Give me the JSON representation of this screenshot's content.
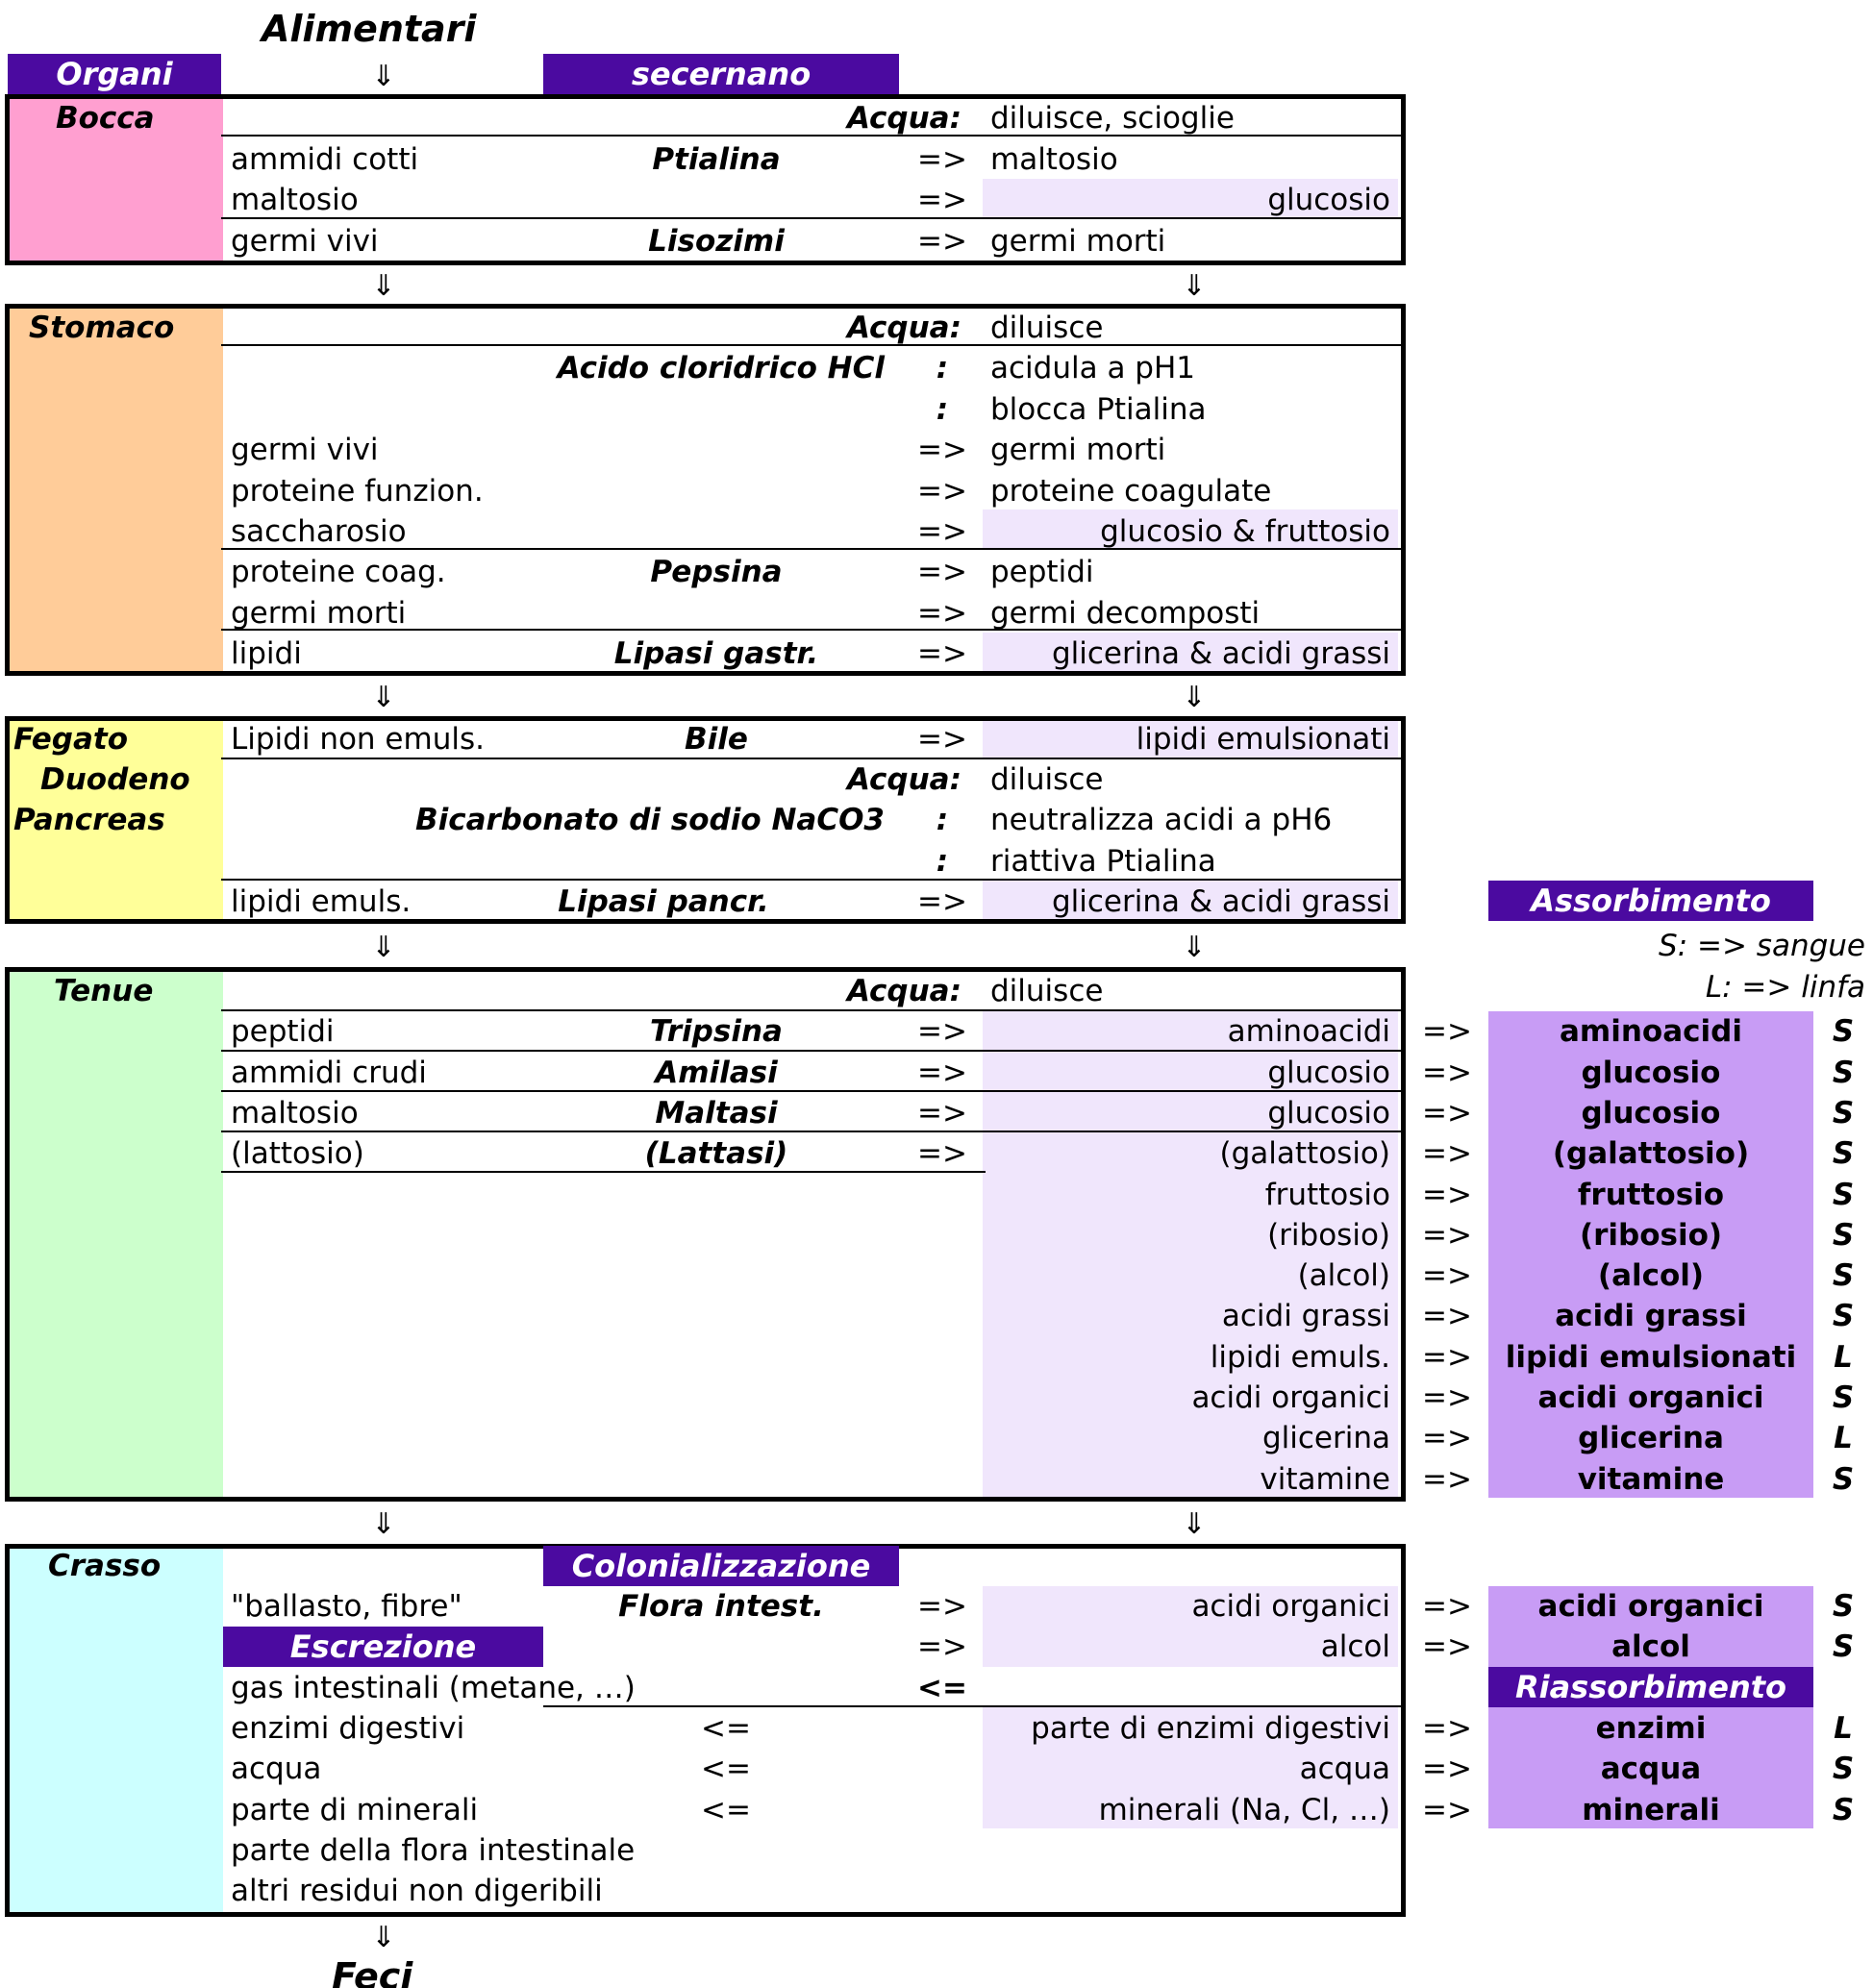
{
  "title_top": "Alimentari",
  "title_bottom": "Feci",
  "arrow_down": "⇓",
  "headers": {
    "organi": "Organi",
    "secernano": "secernano",
    "assorbimento": "Assorbimento",
    "colonializzazione": "Colonializzazione",
    "escrezione": "Escrezione",
    "riassorbimento": "Riassorbimento"
  },
  "legend": {
    "s": "S:  => sangue",
    "l": "L:  => linfa"
  },
  "colors": {
    "header": "#4b0aa0",
    "bocca": "#ff9fd0",
    "stomaco": "#ffcc99",
    "fegato": "#ffff99",
    "tenue": "#ccffcc",
    "crasso": "#ccffff",
    "shade": "#f0e6fc",
    "absorb": "#c89cf5"
  },
  "organs": {
    "bocca": "Bocca",
    "stomaco": "Stomaco",
    "fegato": "Fegato",
    "duodeno": "Duodeno",
    "pancreas": "Pancreas",
    "tenue": "Tenue",
    "crasso": "Crasso"
  },
  "bocca_rows": [
    {
      "input": "",
      "agent": "Acqua:",
      "sym": "",
      "result": "diluisce, scioglie"
    },
    {
      "input": "ammidi cotti",
      "agent": "Ptialina",
      "sym": "=>",
      "result": "maltosio"
    },
    {
      "input": "maltosio",
      "agent": "",
      "sym": "=>",
      "result": "glucosio"
    },
    {
      "input": "germi vivi",
      "agent": "Lisozimi",
      "sym": "=>",
      "result": "germi morti"
    }
  ],
  "stomaco_rows": [
    {
      "input": "",
      "agent": "Acqua:",
      "sym": "",
      "result": "diluisce"
    },
    {
      "input": "",
      "agent": "Acido cloridrico HCl",
      "sym": ":",
      "result": "acidula a pH1"
    },
    {
      "input": "",
      "agent": "",
      "sym": ":",
      "result": "blocca Ptialina"
    },
    {
      "input": "germi vivi",
      "agent": "",
      "sym": "=>",
      "result": "germi morti"
    },
    {
      "input": "proteine funzion.",
      "agent": "",
      "sym": "=>",
      "result": "proteine coagulate"
    },
    {
      "input": "saccharosio",
      "agent": "",
      "sym": "=>",
      "result": "glucosio & fruttosio"
    },
    {
      "input": "proteine coag.",
      "agent": "Pepsina",
      "sym": "=>",
      "result": "peptidi"
    },
    {
      "input": "germi morti",
      "agent": "",
      "sym": "=>",
      "result": "germi decomposti"
    },
    {
      "input": "lipidi",
      "agent": "Lipasi gastr.",
      "sym": "=>",
      "result": "glicerina & acidi grassi"
    }
  ],
  "fegato_rows": [
    {
      "input": "Lipidi non emuls.",
      "agent": "Bile",
      "sym": "=>",
      "result": "lipidi emulsionati"
    },
    {
      "input": "",
      "agent": "Acqua:",
      "sym": "",
      "result": "diluisce"
    },
    {
      "input": "",
      "agent": "Bicarbonato di sodio NaCO3",
      "sym": ":",
      "result": "neutralizza acidi a pH6"
    },
    {
      "input": "",
      "agent": "",
      "sym": ":",
      "result": "riattiva Ptialina"
    },
    {
      "input": "lipidi emuls.",
      "agent": "Lipasi pancr.",
      "sym": "=>",
      "result": "glicerina & acidi grassi"
    }
  ],
  "tenue_rows": [
    {
      "input": "",
      "agent": "Acqua:",
      "sym": "",
      "result": "diluisce",
      "arrow": "",
      "absorbed": "",
      "route": ""
    },
    {
      "input": "peptidi",
      "agent": "Tripsina",
      "sym": "=>",
      "result": "aminoacidi",
      "arrow": "=>",
      "absorbed": "aminoacidi",
      "route": "S"
    },
    {
      "input": "ammidi crudi",
      "agent": "Amilasi",
      "sym": "=>",
      "result": "glucosio",
      "arrow": "=>",
      "absorbed": "glucosio",
      "route": "S"
    },
    {
      "input": "maltosio",
      "agent": "Maltasi",
      "sym": "=>",
      "result": "glucosio",
      "arrow": "=>",
      "absorbed": "glucosio",
      "route": "S"
    },
    {
      "input": "(lattosio)",
      "agent": "(Lattasi)",
      "sym": "=>",
      "result": "(galattosio)",
      "arrow": "=>",
      "absorbed": "(galattosio)",
      "route": "S"
    },
    {
      "input": "",
      "agent": "",
      "sym": "",
      "result": "fruttosio",
      "arrow": "=>",
      "absorbed": "fruttosio",
      "route": "S"
    },
    {
      "input": "",
      "agent": "",
      "sym": "",
      "result": "(ribosio)",
      "arrow": "=>",
      "absorbed": "(ribosio)",
      "route": "S"
    },
    {
      "input": "",
      "agent": "",
      "sym": "",
      "result": "(alcol)",
      "arrow": "=>",
      "absorbed": "(alcol)",
      "route": "S"
    },
    {
      "input": "",
      "agent": "",
      "sym": "",
      "result": "acidi grassi",
      "arrow": "=>",
      "absorbed": "acidi grassi",
      "route": "S"
    },
    {
      "input": "",
      "agent": "",
      "sym": "",
      "result": "lipidi emuls.",
      "arrow": "=>",
      "absorbed": "lipidi emulsionati",
      "route": "L"
    },
    {
      "input": "",
      "agent": "",
      "sym": "",
      "result": "acidi organici",
      "arrow": "=>",
      "absorbed": "acidi organici",
      "route": "S"
    },
    {
      "input": "",
      "agent": "",
      "sym": "",
      "result": "glicerina",
      "arrow": "=>",
      "absorbed": "glicerina",
      "route": "L"
    },
    {
      "input": "",
      "agent": "",
      "sym": "",
      "result": "vitamine",
      "arrow": "=>",
      "absorbed": "vitamine",
      "route": "S"
    }
  ],
  "crasso_rows": [
    {
      "input": "\"ballasto, fibre\"",
      "agent": "Flora intest.",
      "sym": "=>",
      "result": "acidi organici",
      "arrow": "=>",
      "absorbed": "acidi organici",
      "route": "S"
    },
    {
      "input": "",
      "agent": "",
      "sym": "=>",
      "result": "alcol",
      "arrow": "=>",
      "absorbed": "alcol",
      "route": "S"
    },
    {
      "input": "gas intestinali (metane, …)",
      "agent": "",
      "sym": "<=",
      "result": "",
      "arrow": "",
      "absorbed": "",
      "route": ""
    },
    {
      "input": "enzimi digestivi",
      "agent": "<=",
      "sym": "",
      "result": "parte di enzimi digestivi",
      "arrow": "=>",
      "absorbed": "enzimi",
      "route": "L"
    },
    {
      "input": "acqua",
      "agent": "<=",
      "sym": "",
      "result": "acqua",
      "arrow": "=>",
      "absorbed": "acqua",
      "route": "S"
    },
    {
      "input": "parte di minerali",
      "agent": "<=",
      "sym": "",
      "result": "minerali (Na, Cl, …)",
      "arrow": "=>",
      "absorbed": "minerali",
      "route": "S"
    },
    {
      "input": "parte della flora intestinale",
      "agent": "",
      "sym": "",
      "result": "",
      "arrow": "",
      "absorbed": "",
      "route": ""
    },
    {
      "input": "altri residui non digeribili",
      "agent": "",
      "sym": "",
      "result": "",
      "arrow": "",
      "absorbed": "",
      "route": ""
    }
  ]
}
